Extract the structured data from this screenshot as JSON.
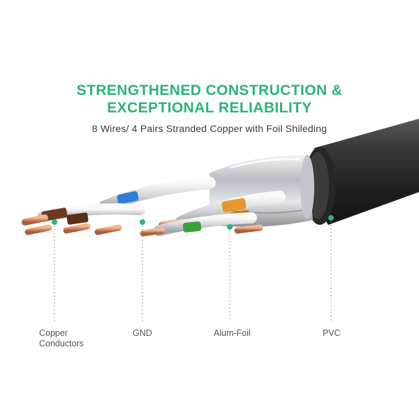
{
  "headline": {
    "line1": "STRENGTHENED CONSTRUCTION &",
    "line2": "EXCEPTIONAL RELIABILITY"
  },
  "subtitle": "8 Wires/ 4 Pairs Stranded Copper with Foil Shileding",
  "labels": {
    "copper_line1": "Copper",
    "copper_line2": "Conductors",
    "gnd": "GND",
    "alum_foil": "Alum-Foil",
    "pvc": "PVC"
  },
  "colors": {
    "accent": "#2db37a",
    "jacket": "#2b2b2b",
    "foil": "#c9ccd0",
    "copper": "#d8956a",
    "pair_blue": "#2f7fd6",
    "pair_orange": "#e8962e",
    "pair_green": "#3aa13a",
    "pair_brown": "#6b3a1f"
  },
  "icons": [
    "callout-dot-icon"
  ]
}
